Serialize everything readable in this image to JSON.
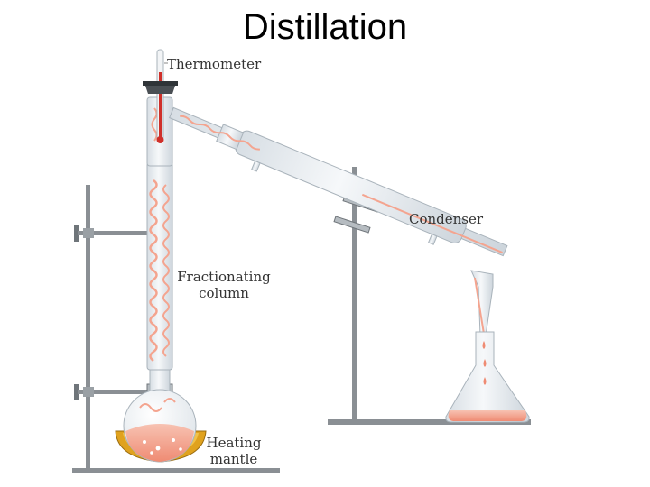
{
  "title": "Distillation",
  "labels": {
    "thermometer": "Thermometer",
    "condenser": "Condenser",
    "column_line1": "Fractionating",
    "column_line2": "column",
    "mantle_line1": "Heating",
    "mantle_line2": "mantle"
  },
  "colors": {
    "glass": "#e9eef2",
    "glass_edge": "#a9b3bb",
    "liquid": "#f4a48f",
    "mercury": "#d0302a",
    "mantle": "#e0a21e",
    "metal": "#8a8f94"
  }
}
